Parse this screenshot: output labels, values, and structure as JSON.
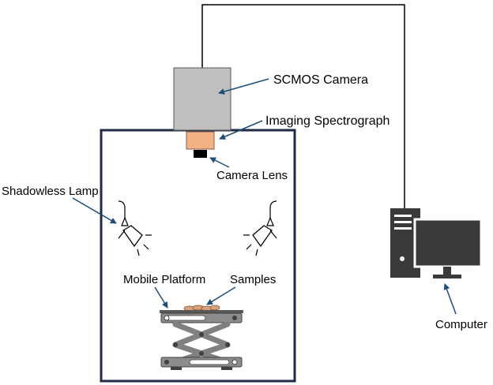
{
  "labels": {
    "scmos_camera": "SCMOS Camera",
    "imaging_spectrograph": "Imaging Spectrograph",
    "camera_lens": "Camera Lens",
    "shadowless_lamp": "Shadowless Lamp",
    "mobile_platform": "Mobile Platform",
    "samples": "Samples",
    "computer": "Computer"
  },
  "colors": {
    "enclosure_stroke": "#1f2a44",
    "camera_body": "#bfbfbf",
    "spectrograph": "#f4b183",
    "arrow": "#1f4e79",
    "computer": "#3a3a3a",
    "platform": "#7f7f7f",
    "samples": "#d9a27a"
  },
  "icons": [
    "lamp-icon",
    "computer-tower-icon",
    "monitor-icon",
    "scissor-lift-icon"
  ]
}
